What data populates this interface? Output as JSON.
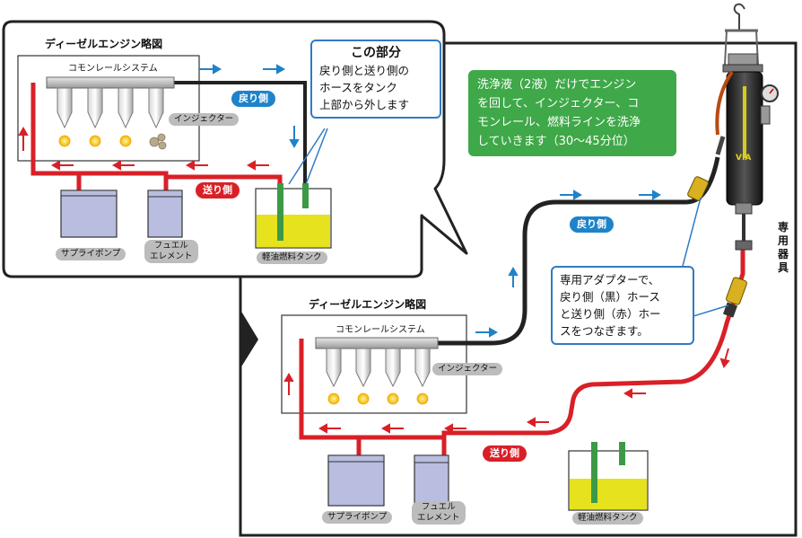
{
  "top_diagram": {
    "title": "ディーゼルエンジン略図",
    "rail": "コモンレールシステム",
    "injector": "インジェクター",
    "return": "戻り側",
    "feed": "送り側",
    "supply_pump": "サプライポンプ",
    "fuel_element": [
      "フュエル",
      "エレメント"
    ],
    "tank": "軽油燃料タンク"
  },
  "speech_callout": {
    "title": "この部分",
    "lines": [
      "戻り側と送り側の",
      "ホースをタンク",
      "上部から外します"
    ]
  },
  "green_note": {
    "lines": [
      "洗浄液（2液）だけでエンジン",
      "を回して、インジェクター、コ",
      "モンレール、燃料ラインを洗浄",
      "していきます（30〜45分位）"
    ]
  },
  "adapter_callout": {
    "lines": [
      "専用アダプターで、",
      "戻り側（黒）ホース",
      "と送り側（赤）ホー",
      "スをつなぎます。"
    ]
  },
  "tool_label": "専用器具",
  "main_diagram": {
    "title": "ディーゼルエンジン略図",
    "rail": "コモンレールシステム",
    "injector": "インジェクター",
    "return": "戻り側",
    "feed": "送り側",
    "supply_pump": "サプライポンプ",
    "fuel_element": [
      "フュエル",
      "エレメント"
    ],
    "tank": "軽油燃料タンク"
  },
  "colors": {
    "feed_line": "#d92027",
    "return_line": "#222222",
    "flow_arrow": "#1e83c9",
    "fuel": "#e6e21e",
    "pump": "#b9bddf",
    "note_green": "#3fa849"
  }
}
